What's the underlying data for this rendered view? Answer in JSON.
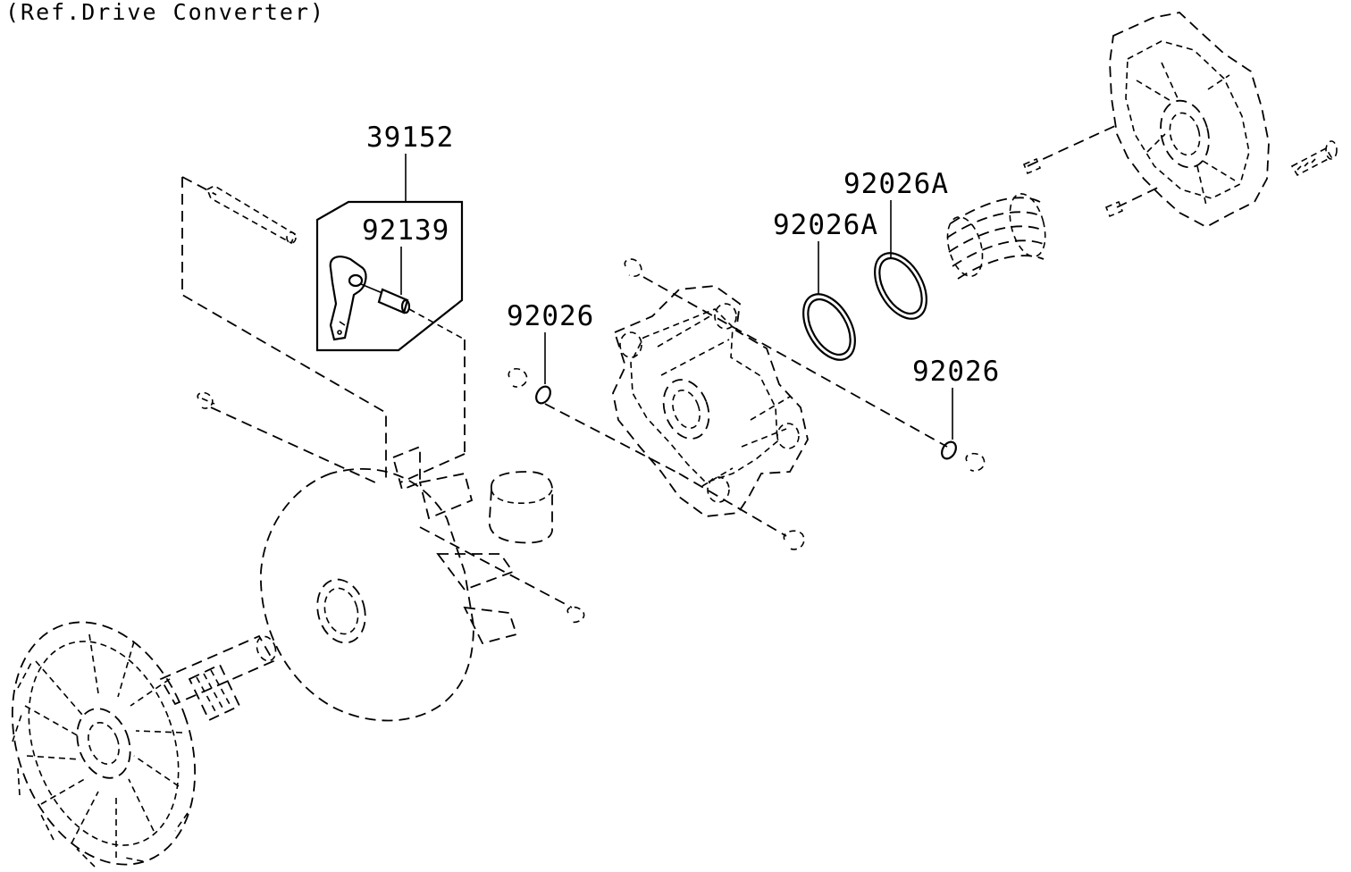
{
  "header": {
    "reference_note": "(Ref.Drive Converter)"
  },
  "callouts": [
    {
      "id": "39152",
      "label": "39152"
    },
    {
      "id": "92139",
      "label": "92139"
    },
    {
      "id": "92026-a",
      "label": "92026"
    },
    {
      "id": "92026A-a",
      "label": "92026A"
    },
    {
      "id": "92026A-b",
      "label": "92026A"
    },
    {
      "id": "92026-b",
      "label": "92026"
    }
  ],
  "style": {
    "line_color": "#000000",
    "background": "#ffffff"
  }
}
